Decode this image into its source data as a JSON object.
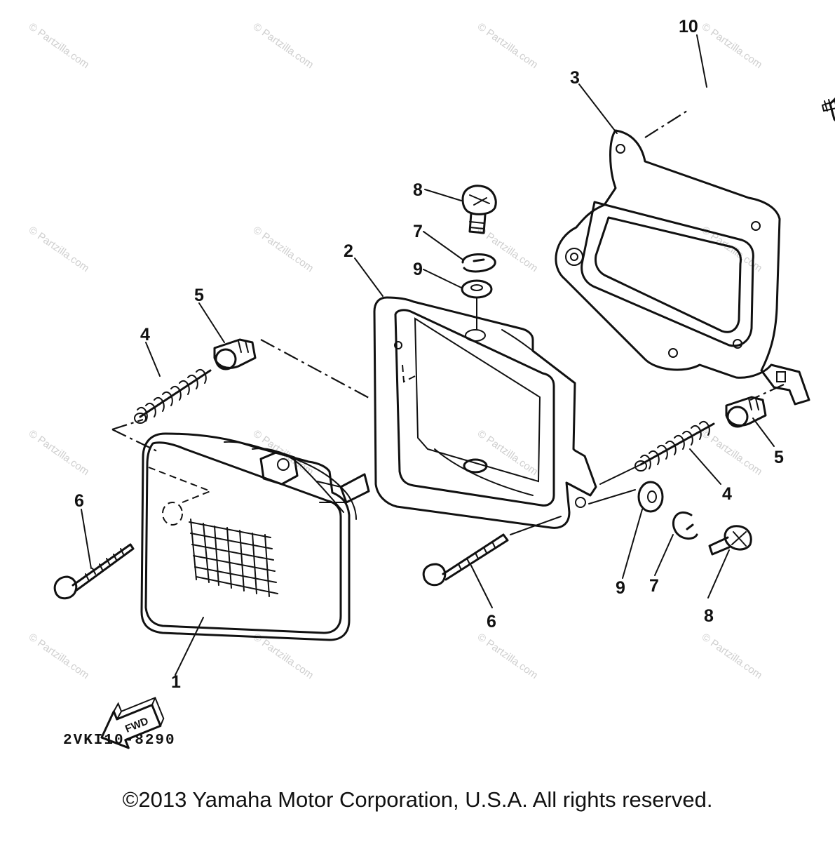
{
  "diagram": {
    "part_code": "2VKI10-8290",
    "direction_arrow_label": "FWD",
    "watermark": "© Partzilla.com",
    "callouts": [
      {
        "id": "c1",
        "text": "1"
      },
      {
        "id": "c2",
        "text": "2"
      },
      {
        "id": "c3",
        "text": "3"
      },
      {
        "id": "c4a",
        "text": "4"
      },
      {
        "id": "c4b",
        "text": "4"
      },
      {
        "id": "c5a",
        "text": "5"
      },
      {
        "id": "c5b",
        "text": "5"
      },
      {
        "id": "c6a",
        "text": "6"
      },
      {
        "id": "c6b",
        "text": "6"
      },
      {
        "id": "c7a",
        "text": "7"
      },
      {
        "id": "c7b",
        "text": "7"
      },
      {
        "id": "c8a",
        "text": "8"
      },
      {
        "id": "c8b",
        "text": "8"
      },
      {
        "id": "c9a",
        "text": "9"
      },
      {
        "id": "c9b",
        "text": "9"
      },
      {
        "id": "c10",
        "text": "10"
      }
    ]
  },
  "footer": {
    "copyright": "©2013 Yamaha Motor Corporation, U.S.A. All rights reserved."
  }
}
